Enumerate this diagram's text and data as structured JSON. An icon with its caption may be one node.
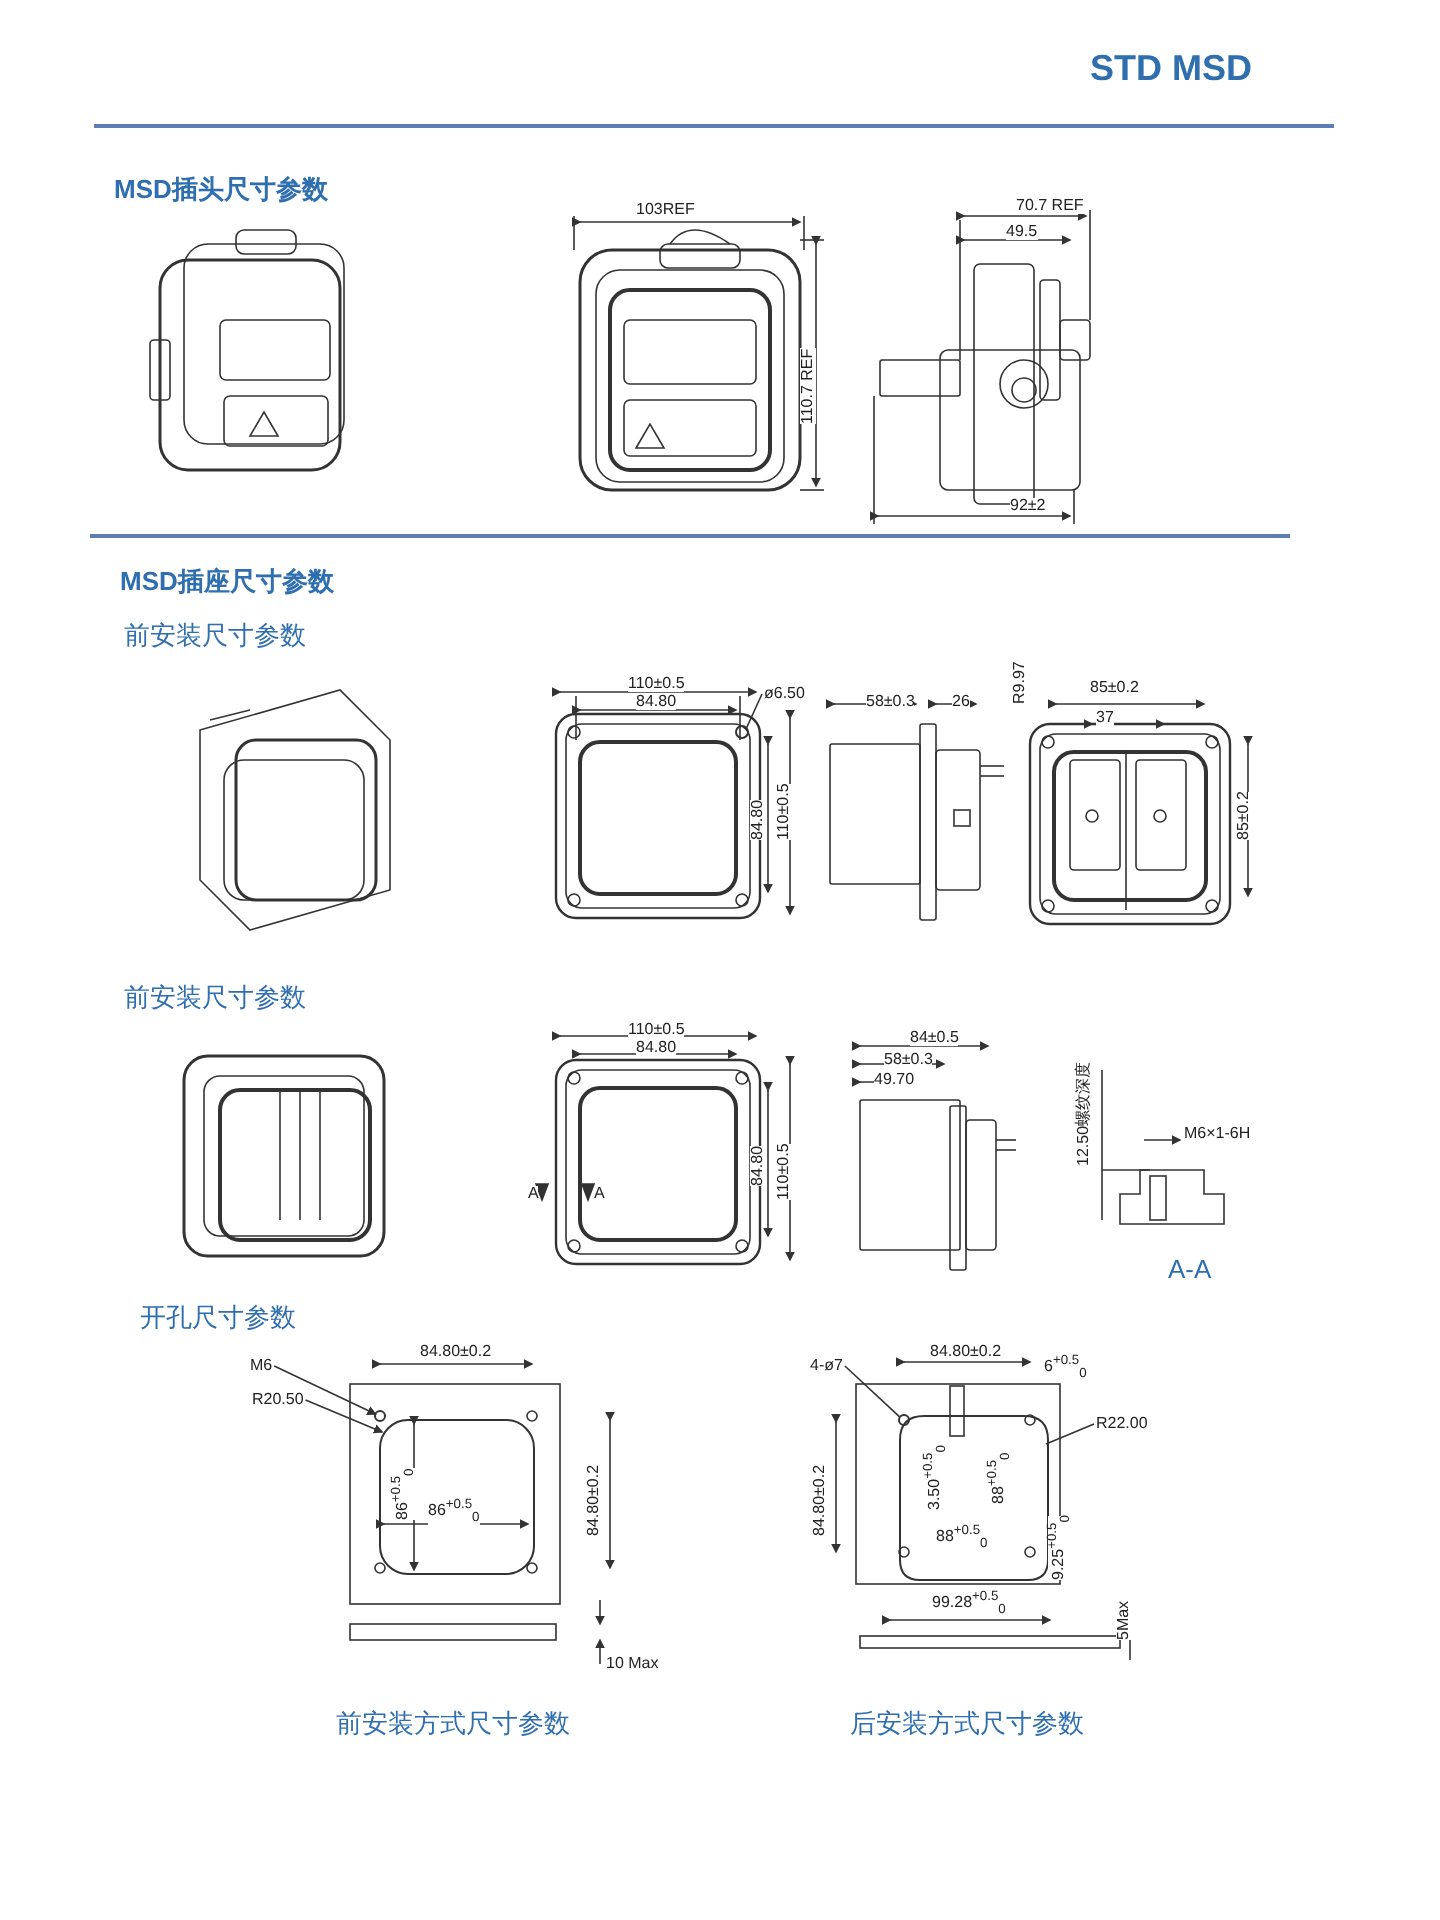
{
  "diagram": {
    "title": "STD MSD",
    "nodes": [
      {
        "text": [
          "ø6.50"
        ]
      },
      {
        "text": [
          "M6"
        ]
      },
      {
        "text": [
          "R20.50"
        ]
      },
      {
        "text": [
          "4-ø7"
        ]
      },
      {
        "text": [
          "R22.00"
        ]
      },
      {
        "text": [],
        "shape": "circle"
      },
      {
        "text": [],
        "shape": "circle"
      },
      {
        "text": [],
        "shape": "box"
      },
      {
        "text": [],
        "shape": "circle"
      },
      {
        "text": [],
        "shape": "box"
      }
    ],
    "edges": [
      {
        "from": 0,
        "to": 5,
        "arrow": "none"
      },
      {
        "from": 1,
        "to": 6,
        "arrow": "to"
      },
      {
        "from": 2,
        "to": 7,
        "arrow": "to"
      },
      {
        "from": 3,
        "to": 8,
        "arrow": "none"
      },
      {
        "from": 4,
        "to": 9,
        "arrow": "none"
      }
    ],
    "labels": [
      "MSD插头尺寸参数",
      "103REF",
      "70.7 REF",
      "49.5",
      "110.7 REF",
      "92±2",
      "MSD插座尺寸参数",
      "前安装尺寸参数",
      "110±0.5",
      "84.80",
      "58±0.3",
      "26",
      "R9.97",
      "85±0.2",
      "37",
      "84.80",
      "110±0.5",
      "85±0.2",
      "前安装尺寸参数",
      "110±0.5",
      "84.80",
      "84±0.5",
      "58±0.3",
      "49.70",
      "12.50螺纹深度",
      "M6×1-6H",
      "A",
      "A",
      "A-A",
      "84.80",
      "110±0.5",
      "开孔尺寸参数",
      "84.80±0.2",
      "86$^{+0.5}$$_{0}$",
      "86$^{+0.5}$$_{0}$",
      "84.80±0.2",
      "10 Max",
      "84.80±0.2",
      "6$^{+0.5}$$_{0}$",
      "84.80±0.2",
      "3.50$^{+0.5}$$_{0}$",
      "88$^{+0.5}$$_{0}$",
      "88$^{+0.5}$$_{0}$",
      "9.25$^{+0.5}$$_{0}$",
      "99.28$^{+0.5}$$_{0}$",
      "5Max",
      "前安装方式尺寸参数",
      "后安装方式尺寸参数"
    ]
  }
}
